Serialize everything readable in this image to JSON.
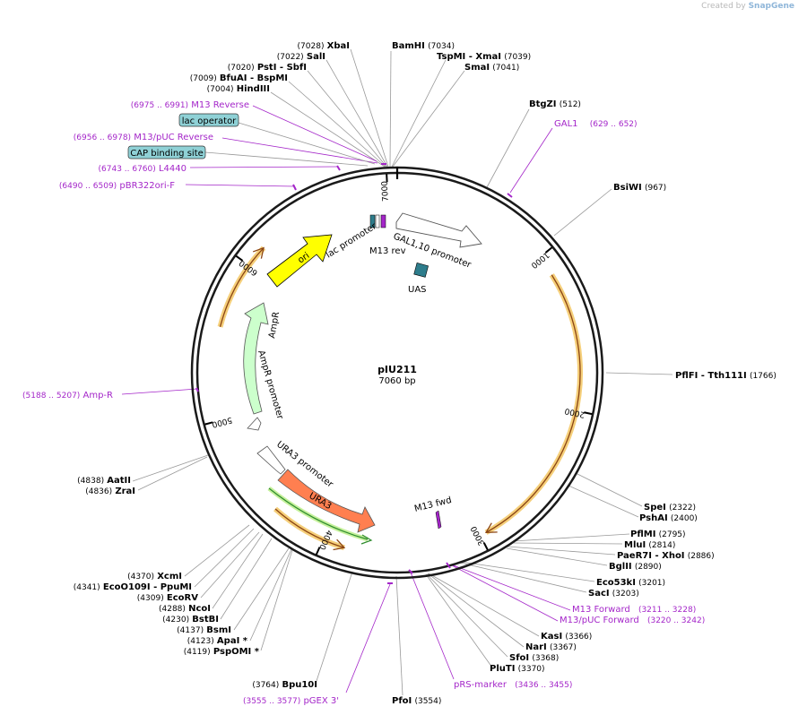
{
  "credit": {
    "prefix": "Created by",
    "brand": "SnapGene"
  },
  "plasmid": {
    "name": "pIU211",
    "length_bp": 7060,
    "size_label": "7060 bp"
  },
  "ticks": [
    "1000",
    "2000",
    "3000",
    "4000",
    "5000",
    "6000",
    "7000"
  ],
  "sites": [
    {
      "name": "XbaI",
      "pos": "(7028)"
    },
    {
      "name": "SalI",
      "pos": "(7022)"
    },
    {
      "name": "PstI",
      "pos": "(7020)",
      "name2": "SbfI"
    },
    {
      "name": "BfuAI",
      "pos": "(7009)",
      "name2": "BspMI"
    },
    {
      "name": "HindIII",
      "pos": "(7004)"
    },
    {
      "name": "BamHI",
      "pos": "(7034)"
    },
    {
      "name": "TspMI",
      "pos": "(7039)",
      "name2": "XmaI"
    },
    {
      "name": "SmaI",
      "pos": "(7041)"
    },
    {
      "name": "BtgZI",
      "pos": "(512)"
    },
    {
      "name": "BsiWI",
      "pos": "(967)"
    },
    {
      "name": "PflFI",
      "pos": "(1766)",
      "name2": "Tth111I"
    },
    {
      "name": "SpeI",
      "pos": "(2322)"
    },
    {
      "name": "PshAI",
      "pos": "(2400)"
    },
    {
      "name": "PflMI",
      "pos": "(2795)"
    },
    {
      "name": "MluI",
      "pos": "(2814)"
    },
    {
      "name": "PaeR7I",
      "pos": "(2886)",
      "name2": "XhoI"
    },
    {
      "name": "BglII",
      "pos": "(2890)"
    },
    {
      "name": "Eco53kI",
      "pos": "(3201)"
    },
    {
      "name": "SacI",
      "pos": "(3203)"
    },
    {
      "name": "KasI",
      "pos": "(3366)"
    },
    {
      "name": "NarI",
      "pos": "(3367)"
    },
    {
      "name": "SfoI",
      "pos": "(3368)"
    },
    {
      "name": "PluTI",
      "pos": "(3370)"
    },
    {
      "name": "PfoI",
      "pos": "(3554)"
    },
    {
      "name": "Bpu10I",
      "pos": "(3764)"
    },
    {
      "name": "PspOMI *",
      "pos": "(4119)"
    },
    {
      "name": "ApaI *",
      "pos": "(4123)"
    },
    {
      "name": "BsmI",
      "pos": "(4137)"
    },
    {
      "name": "BstBI",
      "pos": "(4230)"
    },
    {
      "name": "NcoI",
      "pos": "(4288)"
    },
    {
      "name": "EcoRV",
      "pos": "(4309)"
    },
    {
      "name": "EcoO109I",
      "pos": "(4341)",
      "name2": "PpuMI"
    },
    {
      "name": "XcmI",
      "pos": "(4370)"
    },
    {
      "name": "AatII",
      "pos": "(4838)"
    },
    {
      "name": "ZraI",
      "pos": "(4836)"
    }
  ],
  "primers": [
    {
      "name": "M13 Reverse",
      "range": "(6975 .. 6991)"
    },
    {
      "name": "M13/pUC Reverse",
      "range": "(6956 .. 6978)"
    },
    {
      "name": "L4440",
      "range": "(6743 .. 6760)"
    },
    {
      "name": "pBR322ori-F",
      "range": "(6490 .. 6509)"
    },
    {
      "name": "GAL1",
      "range": "(629 .. 652)"
    },
    {
      "name": "Amp-R",
      "range": "(5188 .. 5207)"
    },
    {
      "name": "M13 Forward",
      "range": "(3211 .. 3228)"
    },
    {
      "name": "M13/pUC Forward",
      "range": "(3220 .. 3242)"
    },
    {
      "name": "pRS-marker",
      "range": "(3436 .. 3455)"
    },
    {
      "name": "pGEX 3'",
      "range": "(3555 .. 3577)"
    }
  ],
  "boxed_features": [
    {
      "name": "lac operator"
    },
    {
      "name": "CAP binding site"
    }
  ],
  "features": [
    {
      "name": "ori"
    },
    {
      "name": "lac promoter"
    },
    {
      "name": "M13 rev"
    },
    {
      "name": "GAL1,10 promoter"
    },
    {
      "name": "UAS"
    },
    {
      "name": "AmpR"
    },
    {
      "name": "AmpR promoter"
    },
    {
      "name": "URA3 promoter"
    },
    {
      "name": "URA3"
    },
    {
      "name": "M13 fwd"
    }
  ],
  "colors": {
    "ori": "#ffff00",
    "ampr": "#ccffcc",
    "ura3": "#ff7f50",
    "primer": "#a426c9",
    "orf_arc": "#8b4513",
    "orf_glow": "#f5cf7a",
    "uas": "#2e7d8c",
    "boxed_fill": "#8fd1d6"
  }
}
